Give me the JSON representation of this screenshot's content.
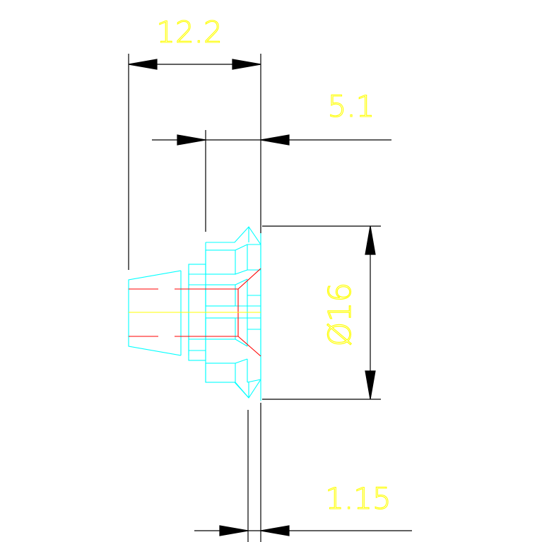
{
  "dimensions": {
    "overall_length": "12.2",
    "flange_length": "5.1",
    "diameter_symbol": "Ø",
    "diameter_value": "16",
    "tip_length": "1.15"
  },
  "colors": {
    "background": "#ffffff",
    "dimension_lines": "#000000",
    "dimension_text": "#ffff00",
    "part_outline": "#00ffff",
    "hidden_lines": "#ff0000",
    "center_line": "#ffff00"
  }
}
